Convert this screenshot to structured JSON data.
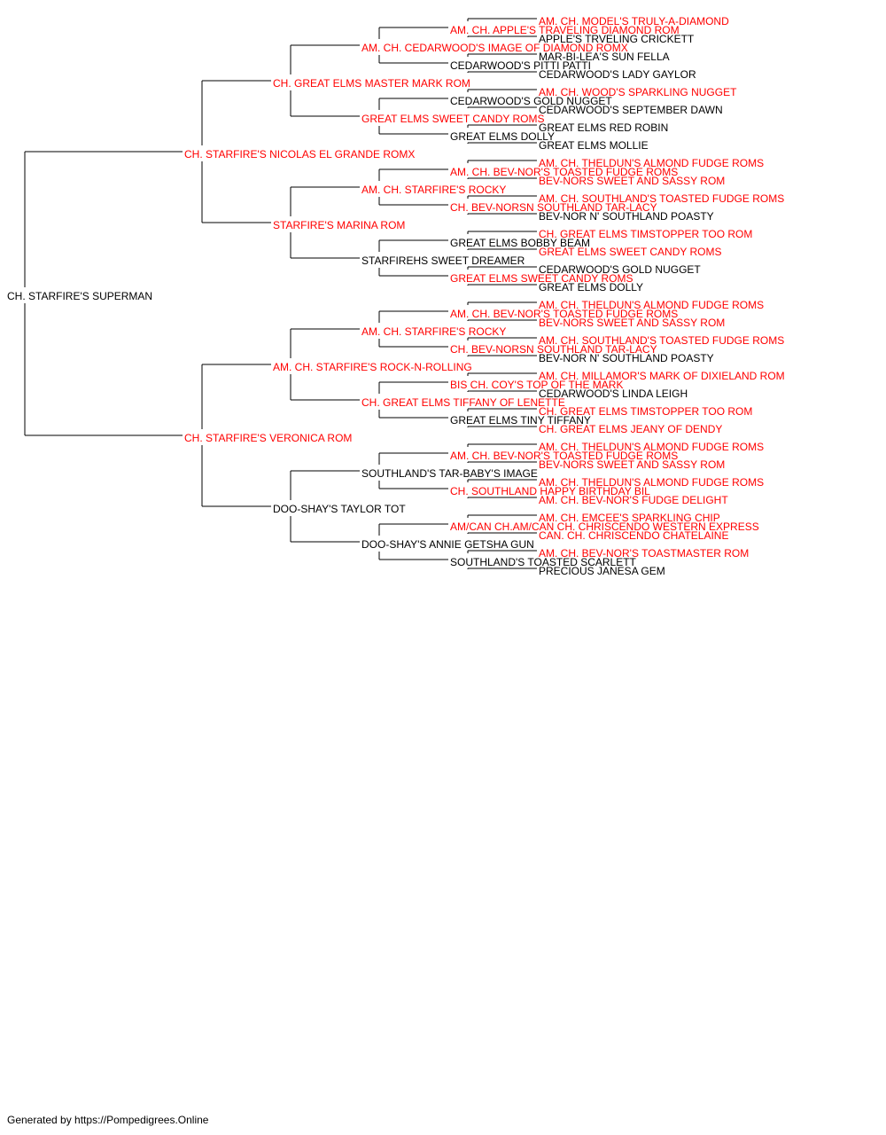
{
  "colors": {
    "champion": "#ff0000",
    "regular": "#000000",
    "line": "#000000"
  },
  "pedigree": {
    "subject": {
      "name": "CH. STARFIRE'S SUPERMAN",
      "ch": false
    },
    "sire": {
      "name": "CH. STARFIRE'S NICOLAS EL GRANDE ROMX",
      "ch": true,
      "sire": {
        "name": "CH. GREAT ELMS MASTER MARK ROM",
        "ch": true,
        "sire": {
          "name": "AM. CH. CEDARWOOD'S IMAGE OF DIAMOND ROMX",
          "ch": true,
          "sire": {
            "name": "AM. CH. APPLE'S TRAVELING DIAMOND ROM",
            "ch": true,
            "sire": {
              "name": "AM. CH. MODEL'S TRULY-A-DIAMOND",
              "ch": true
            },
            "dam": {
              "name": "APPLE'S TRVELING CRICKETT",
              "ch": false
            }
          },
          "dam": {
            "name": "CEDARWOOD'S PITTI PATTI",
            "ch": false,
            "sire": {
              "name": "MAR-BI-LEA'S SUN FELLA",
              "ch": false
            },
            "dam": {
              "name": "CEDARWOOD'S LADY GAYLOR",
              "ch": false
            }
          }
        },
        "dam": {
          "name": "GREAT ELMS SWEET CANDY ROMS",
          "ch": true,
          "sire": {
            "name": "CEDARWOOD'S GOLD NUGGET",
            "ch": false,
            "sire": {
              "name": "AM. CH. WOOD'S SPARKLING NUGGET",
              "ch": true
            },
            "dam": {
              "name": "CEDARWOOD'S SEPTEMBER DAWN",
              "ch": false
            }
          },
          "dam": {
            "name": "GREAT ELMS DOLLY",
            "ch": false,
            "sire": {
              "name": "GREAT ELMS RED ROBIN",
              "ch": false
            },
            "dam": {
              "name": "GREAT ELMS MOLLIE",
              "ch": false
            }
          }
        }
      },
      "dam": {
        "name": "STARFIRE'S MARINA ROM",
        "ch": true,
        "sire": {
          "name": "AM. CH. STARFIRE'S ROCKY",
          "ch": true,
          "sire": {
            "name": "AM. CH. BEV-NOR'S TOASTED FUDGE ROMS",
            "ch": true,
            "sire": {
              "name": "AM. CH. THELDUN'S ALMOND FUDGE ROMS",
              "ch": true
            },
            "dam": {
              "name": "BEV-NORS SWEET AND SASSY ROM",
              "ch": true
            }
          },
          "dam": {
            "name": "CH. BEV-NORSN SOUTHLAND TAR-LACY",
            "ch": true,
            "sire": {
              "name": "AM. CH. SOUTHLAND'S TOASTED FUDGE ROMS",
              "ch": true
            },
            "dam": {
              "name": "BEV-NOR N' SOUTHLAND POASTY",
              "ch": false
            }
          }
        },
        "dam": {
          "name": "STARFIREHS SWEET DREAMER",
          "ch": false,
          "sire": {
            "name": "GREAT ELMS BOBBY BEAM",
            "ch": false,
            "sire": {
              "name": "CH. GREAT ELMS TIMSTOPPER TOO ROM",
              "ch": true
            },
            "dam": {
              "name": "GREAT ELMS SWEET CANDY ROMS",
              "ch": true
            }
          },
          "dam": {
            "name": "GREAT ELMS SWEET CANDY ROMS",
            "ch": true,
            "sire": {
              "name": "CEDARWOOD'S GOLD NUGGET",
              "ch": false
            },
            "dam": {
              "name": "GREAT ELMS DOLLY",
              "ch": false
            }
          }
        }
      }
    },
    "dam": {
      "name": "CH. STARFIRE'S VERONICA ROM",
      "ch": true,
      "sire": {
        "name": "AM. CH. STARFIRE'S ROCK-N-ROLLING",
        "ch": true,
        "sire": {
          "name": "AM. CH. STARFIRE'S ROCKY",
          "ch": true,
          "sire": {
            "name": "AM. CH. BEV-NOR'S TOASTED FUDGE ROMS",
            "ch": true,
            "sire": {
              "name": "AM. CH. THELDUN'S ALMOND FUDGE ROMS",
              "ch": true
            },
            "dam": {
              "name": "BEV-NORS SWEET AND SASSY ROM",
              "ch": true
            }
          },
          "dam": {
            "name": "CH. BEV-NORSN SOUTHLAND TAR-LACY",
            "ch": true,
            "sire": {
              "name": "AM. CH. SOUTHLAND'S TOASTED FUDGE ROMS",
              "ch": true
            },
            "dam": {
              "name": "BEV-NOR N' SOUTHLAND POASTY",
              "ch": false
            }
          }
        },
        "dam": {
          "name": "CH. GREAT ELMS TIFFANY OF LENETTE",
          "ch": true,
          "sire": {
            "name": "BIS CH. COY'S TOP OF THE MARK",
            "ch": true,
            "sire": {
              "name": "AM. CH. MILLAMOR'S MARK OF DIXIELAND ROM",
              "ch": true
            },
            "dam": {
              "name": "CEDARWOOD'S LINDA LEIGH",
              "ch": false
            }
          },
          "dam": {
            "name": "GREAT ELMS TINY TIFFANY",
            "ch": false,
            "sire": {
              "name": "CH. GREAT ELMS TIMSTOPPER TOO ROM",
              "ch": true
            },
            "dam": {
              "name": "CH. GREAT ELMS JEANY OF DENDY",
              "ch": true
            }
          }
        }
      },
      "dam": {
        "name": "DOO-SHAY'S TAYLOR TOT",
        "ch": false,
        "sire": {
          "name": "SOUTHLAND'S TAR-BABY'S IMAGE",
          "ch": false,
          "sire": {
            "name": "AM. CH. BEV-NOR'S TOASTED FUDGE ROMS",
            "ch": true,
            "sire": {
              "name": "AM. CH. THELDUN'S ALMOND FUDGE ROMS",
              "ch": true
            },
            "dam": {
              "name": "BEV-NORS SWEET AND SASSY ROM",
              "ch": true
            }
          },
          "dam": {
            "name": "CH. SOUTHLAND HAPPY BIRTHDAY BIL",
            "ch": true,
            "sire": {
              "name": "AM. CH. THELDUN'S ALMOND FUDGE ROMS",
              "ch": true
            },
            "dam": {
              "name": "AM. CH. BEV-NOR'S FUDGE DELIGHT",
              "ch": true
            }
          }
        },
        "dam": {
          "name": "DOO-SHAY'S ANNIE GETSHA GUN",
          "ch": false,
          "sire": {
            "name": "AM/CAN CH.AM/CAN CH. CHRISCENDO WESTERN EXPRESS",
            "ch": true,
            "sire": {
              "name": "AM. CH. EMCEE'S SPARKLING CHIP",
              "ch": true
            },
            "dam": {
              "name": "CAN. CH. CHRISCENDO CHATELAINE",
              "ch": true
            }
          },
          "dam": {
            "name": "SOUTHLAND'S TOASTED SCARLETT",
            "ch": false,
            "sire": {
              "name": "AM. CH. BEV-NOR'S TOASTMASTER ROM",
              "ch": true
            },
            "dam": {
              "name": "PRECIOUS JANESA GEM",
              "ch": false
            }
          }
        }
      }
    }
  },
  "footer": {
    "text": "Generated by https://Pompedigrees.Online"
  }
}
